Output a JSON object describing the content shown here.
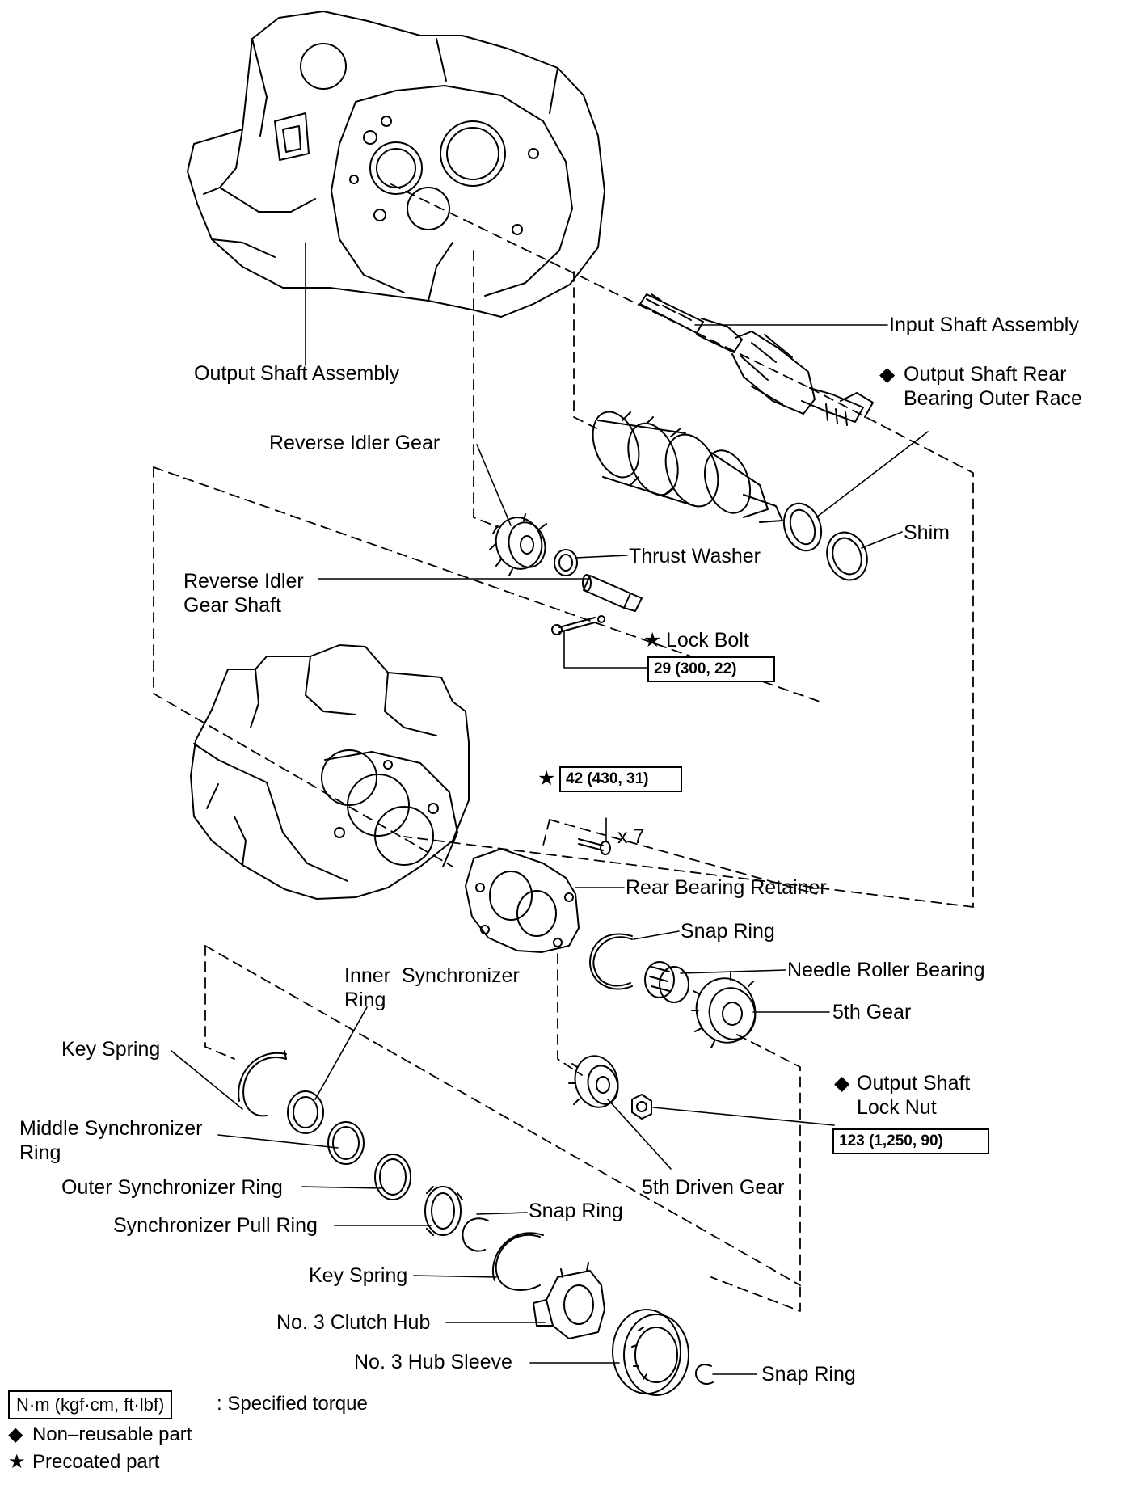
{
  "labels": {
    "input_shaft_assembly": "Input Shaft Assembly",
    "output_shaft_assembly": "Output Shaft Assembly",
    "output_shaft_rear_bearing_outer_race": "Output Shaft Rear\nBearing Outer Race",
    "reverse_idler_gear": "Reverse Idler Gear",
    "shim": "Shim",
    "thrust_washer": "Thrust Washer",
    "reverse_idler_gear_shaft": "Reverse Idler\nGear Shaft",
    "lock_bolt": "Lock Bolt",
    "x7": "x 7",
    "rear_bearing_retainer": "Rear Bearing Retainer",
    "snap_ring_1": "Snap Ring",
    "needle_roller_bearing": "Needle Roller Bearing",
    "inner_synchronizer_ring": "Inner  Synchronizer\nRing",
    "fifth_gear": "5th Gear",
    "key_spring_1": "Key Spring",
    "output_shaft_lock_nut": "Output Shaft\nLock Nut",
    "middle_synchronizer_ring": "Middle Synchronizer\nRing",
    "outer_synchronizer_ring": "Outer Synchronizer Ring",
    "fifth_driven_gear": "5th Driven Gear",
    "synchronizer_pull_ring": "Synchronizer Pull Ring",
    "snap_ring_2": "Snap Ring",
    "key_spring_2": "Key Spring",
    "no3_clutch_hub": "No. 3 Clutch Hub",
    "no3_hub_sleeve": "No. 3 Hub Sleeve",
    "snap_ring_3": "Snap Ring"
  },
  "torque": {
    "lock_bolt": "29 (300, 22)",
    "retainer_bolts": "42 (430, 31)",
    "lock_nut": "123 (1,250, 90)"
  },
  "symbols": {
    "non_reusable": "◆",
    "precoated": "★"
  },
  "legend": {
    "torque_unit": "N·m (kgf·cm, ft·lbf)",
    "torque_desc": ": Specified torque",
    "non_reusable": "Non–reusable part",
    "precoated": "Precoated part"
  }
}
